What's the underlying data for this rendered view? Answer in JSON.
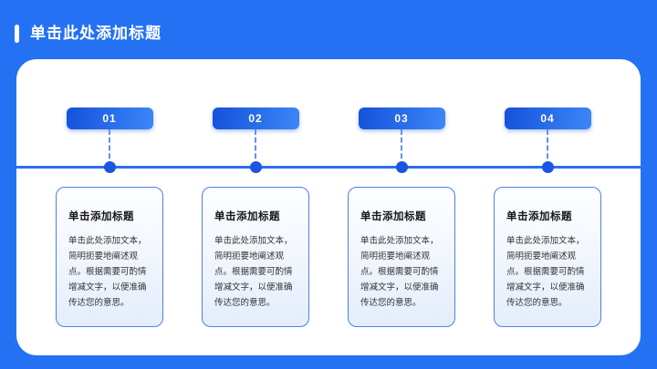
{
  "slide": {
    "title": "单击此处添加标题"
  },
  "steps": [
    {
      "number": "01",
      "card_title": "单击添加标题",
      "card_body": "单击此处添加文本，简明扼要地阐述观点。根据需要可酌情增减文字，以便准确传达您的意思。"
    },
    {
      "number": "02",
      "card_title": "单击添加标题",
      "card_body": "单击此处添加文本，简明扼要地阐述观点。根据需要可酌情增减文字，以便准确传达您的意思。"
    },
    {
      "number": "03",
      "card_title": "单击添加标题",
      "card_body": "单击此处添加文本，简明扼要地阐述观点。根据需要可酌情增减文字，以便准确传达您的意思。"
    },
    {
      "number": "04",
      "card_title": "单击添加标题",
      "card_body": "单击此处添加文本，简明扼要地阐述观点。根据需要可酌情增减文字，以便准确传达您的意思。"
    }
  ],
  "colors": {
    "background": "#2471F4",
    "badge_gradient_start": "#1551DA",
    "badge_gradient_end": "#3C87F8",
    "timeline_line": "#2E6EF0",
    "dot": "#1C55E2",
    "connector": "#5E92F5",
    "card_border": "#4C7FE6",
    "card_bg_bottom": "#E4EDFB",
    "title_text": "#FFFFFF",
    "card_title_text": "#141414",
    "card_body_text": "#333333"
  }
}
